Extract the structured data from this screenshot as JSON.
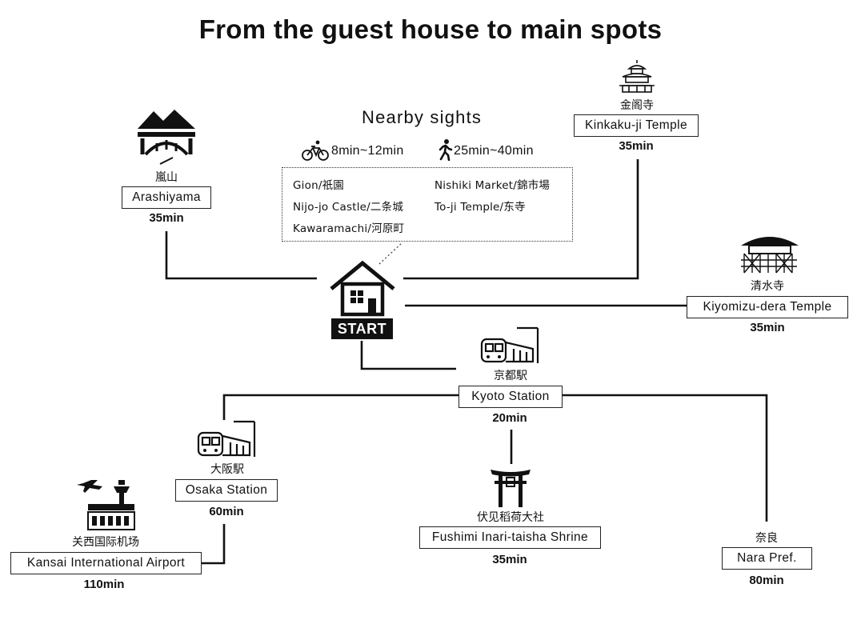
{
  "title": "From the guest house to main spots",
  "nearby": {
    "title": "Nearby sights",
    "bike_time": "8min~12min",
    "walk_time": "25min~40min",
    "sights_left": [
      "Gion/祇園",
      "Nijo-jo Castle/二条城",
      "Kawaramachi/河原町"
    ],
    "sights_right": [
      "Nishiki Market/錦市場",
      "To-ji Temple/东寺"
    ]
  },
  "start": {
    "label": "START"
  },
  "destinations": {
    "arashiyama": {
      "jp": "嵐山",
      "label": "Arashiyama",
      "time": "35min",
      "icon": "bridge-mountain-icon"
    },
    "kinkakuji": {
      "jp": "金阁寺",
      "label": "Kinkaku-ji Temple",
      "time": "35min",
      "icon": "pavilion-icon"
    },
    "kiyomizu": {
      "jp": "清水寺",
      "label": "Kiyomizu-dera Temple",
      "time": "35min",
      "icon": "temple-icon"
    },
    "kyoto_station": {
      "jp": "京都駅",
      "label": "Kyoto Station",
      "time": "20min",
      "icon": "train-station-icon"
    },
    "osaka_station": {
      "jp": "大阪駅",
      "label": "Osaka Station",
      "time": "60min",
      "icon": "train-station-icon"
    },
    "kansai_airport": {
      "jp": "关西国际机场",
      "label": "Kansai International Airport",
      "time": "110min",
      "icon": "airport-icon"
    },
    "fushimi": {
      "jp": "伏见稻荷大社",
      "label": "Fushimi Inari-taisha Shrine",
      "time": "35min",
      "icon": "torii-icon"
    },
    "nara": {
      "jp": "奈良",
      "label": "Nara Pref.",
      "time": "80min"
    }
  },
  "colors": {
    "ink": "#111111",
    "background": "#ffffff"
  }
}
